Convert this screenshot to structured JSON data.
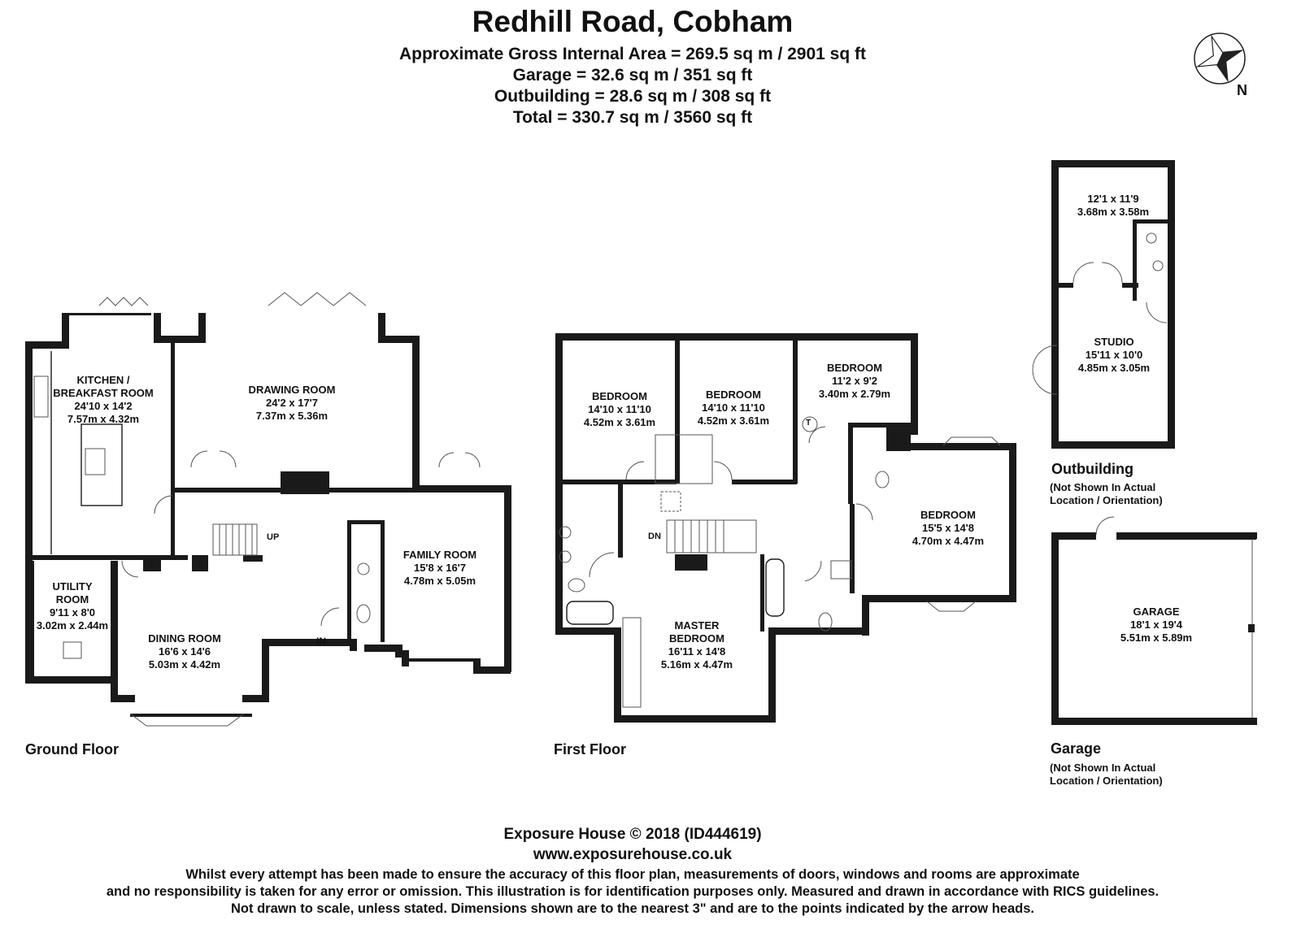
{
  "header": {
    "title": "Redhill Road, Cobham",
    "area_lines": [
      "Approximate Gross Internal Area = 269.5 sq m / 2901 sq ft",
      "Garage = 32.6 sq m / 351 sq ft",
      "Outbuilding = 28.6 sq m / 308 sq ft",
      "Total = 330.7 sq m / 3560 sq ft"
    ],
    "compass_letter": "N"
  },
  "floors": {
    "ground": {
      "label": "Ground Floor",
      "rooms": [
        {
          "name": "KITCHEN /\nBREAKFAST ROOM",
          "imperial": "24'10 x 14'2",
          "metric": "7.57m x 4.32m"
        },
        {
          "name": "DRAWING ROOM",
          "imperial": "24'2 x 17'7",
          "metric": "7.37m x 5.36m"
        },
        {
          "name": "FAMILY ROOM",
          "imperial": "15'8 x 16'7",
          "metric": "4.78m x 5.05m"
        },
        {
          "name": "UTILITY\nROOM",
          "imperial": "9'11 x 8'0",
          "metric": "3.02m x 2.44m"
        },
        {
          "name": "DINING ROOM",
          "imperial": "16'6 x 14'6",
          "metric": "5.03m x 4.42m"
        }
      ],
      "markers": {
        "up": "UP",
        "in": "IN"
      }
    },
    "first": {
      "label": "First Floor",
      "rooms": [
        {
          "name": "BEDROOM",
          "imperial": "14'10 x 11'10",
          "metric": "4.52m x 3.61m"
        },
        {
          "name": "BEDROOM",
          "imperial": "14'10 x 11'10",
          "metric": "4.52m x 3.61m"
        },
        {
          "name": "BEDROOM",
          "imperial": "11'2 x 9'2",
          "metric": "3.40m x 2.79m"
        },
        {
          "name": "BEDROOM",
          "imperial": "15'5 x 14'8",
          "metric": "4.70m x 4.47m"
        },
        {
          "name": "MASTER\nBEDROOM",
          "imperial": "16'11 x 14'8",
          "metric": "5.16m x 4.47m"
        }
      ],
      "markers": {
        "dn": "DN",
        "tank": "T"
      }
    },
    "outbuilding": {
      "label": "Outbuilding",
      "note": "(Not Shown In Actual\nLocation / Orientation)",
      "rooms": [
        {
          "name": "",
          "imperial": "12'1 x 11'9",
          "metric": "3.68m x 3.58m"
        },
        {
          "name": "STUDIO",
          "imperial": "15'11 x 10'0",
          "metric": "4.85m x 3.05m"
        }
      ]
    },
    "garage": {
      "label": "Garage",
      "note": "(Not Shown In Actual\nLocation / Orientation)",
      "rooms": [
        {
          "name": "GARAGE",
          "imperial": "18'1 x 19'4",
          "metric": "5.51m x 5.89m"
        }
      ]
    }
  },
  "footer": {
    "copyright": "Exposure House © 2018 (ID444619)",
    "website": "www.exposurehouse.co.uk",
    "disclaimer": [
      "Whilst every attempt has been made to ensure the accuracy of this floor plan, measurements of doors, windows and rooms are approximate",
      "and no responsibility is taken for any error or omission. This illustration is for identification purposes only. Measured and drawn in accordance with RICS guidelines.",
      "Not drawn to scale, unless stated. Dimensions shown are to the nearest 3\" and are to the points indicated by the arrow heads."
    ]
  },
  "colors": {
    "wall": "#1a1a1a",
    "text": "#111111",
    "background": "#ffffff"
  }
}
